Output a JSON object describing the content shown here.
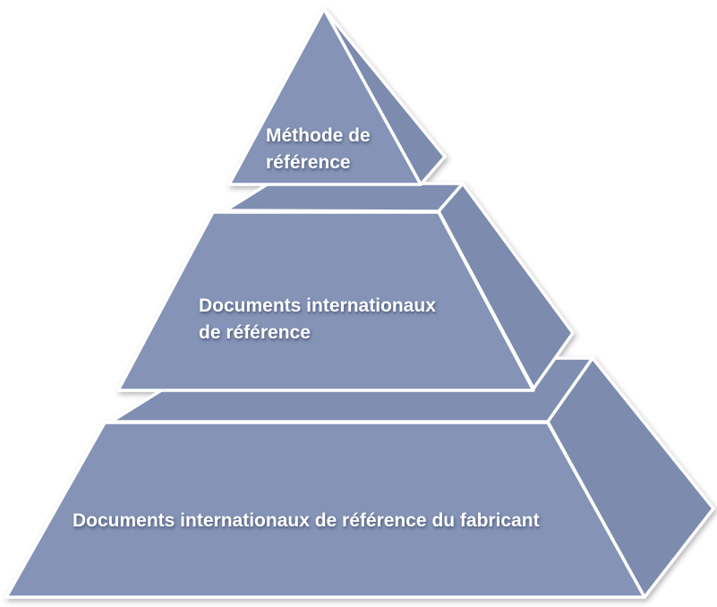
{
  "pyramid": {
    "levels": [
      {
        "lines": [
          "Méthode de",
          "référence"
        ]
      },
      {
        "lines": [
          "Documents internationaux",
          "de référence"
        ]
      },
      {
        "lines": [
          "Documents internationaux de référence du fabricant"
        ]
      }
    ],
    "colors": {
      "face": "#8493b6",
      "side": "#7c8bae",
      "outline": "#ffffff",
      "text": "#ffffff"
    }
  }
}
